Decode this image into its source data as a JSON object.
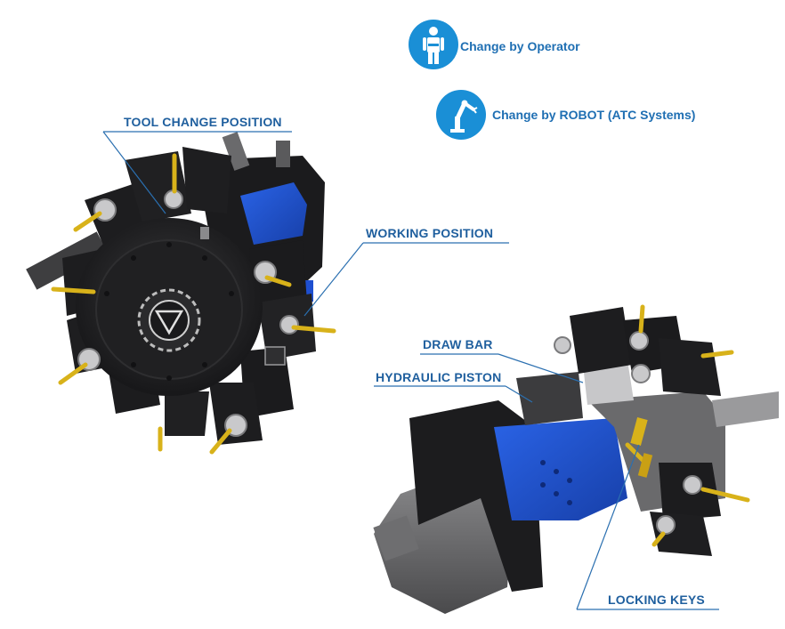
{
  "legend": {
    "operator": {
      "label": "Change by Operator",
      "icon": "operator-person-icon"
    },
    "robot": {
      "label": "Change by ROBOT (ATC Systems)",
      "icon": "robot-arm-icon"
    }
  },
  "callouts": {
    "tool_change_position": "TOOL CHANGE POSITION",
    "working_position": "WORKING POSITION",
    "draw_bar": "DRAW BAR",
    "hydraulic_piston": "HYDRAULIC PISTON",
    "locking_keys": "LOCKING KEYS"
  },
  "colors": {
    "accent_blue": "#1a8fd6",
    "label_blue": "#1f5f9e",
    "machine_dark": "#1c1c1e",
    "machine_blue": "#1e4fd0",
    "tool_gold": "#d8b21a"
  }
}
